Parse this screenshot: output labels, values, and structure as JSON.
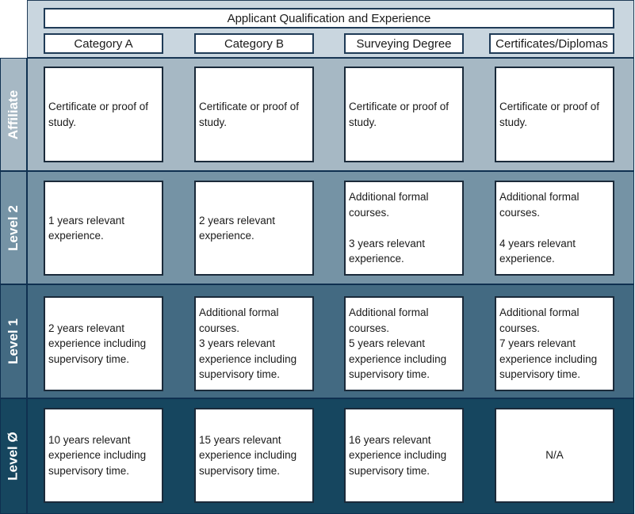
{
  "header": {
    "title": "Applicant Qualification and Experience",
    "columns": [
      "Category A",
      "Category B",
      "Surveying Degree",
      "Certificates/Diplomas"
    ]
  },
  "colors": {
    "header_bg": "#c9d6df",
    "affiliate_bg": "#a6b8c4",
    "level2_bg": "#7593a5",
    "level1_bg": "#436a82",
    "level0_bg": "#16465f",
    "border": "#1f3b57"
  },
  "rows": [
    {
      "label": "Affiliate",
      "cells": [
        {
          "lines": [
            "Certificate or proof of study."
          ]
        },
        {
          "lines": [
            "Certificate or proof of study."
          ]
        },
        {
          "lines": [
            "Certificate or proof of study."
          ]
        },
        {
          "lines": [
            "Certificate or proof of study."
          ]
        }
      ]
    },
    {
      "label": "Level 2",
      "cells": [
        {
          "lines": [
            "1 years relevant experience."
          ]
        },
        {
          "lines": [
            "2 years relevant experience."
          ]
        },
        {
          "lines": [
            "Additional formal courses.",
            "",
            "3 years relevant experience."
          ]
        },
        {
          "lines": [
            "Additional formal courses.",
            "",
            "4 years relevant experience."
          ]
        }
      ]
    },
    {
      "label": "Level 1",
      "cells": [
        {
          "lines": [
            "2 years relevant experience including supervisory time."
          ]
        },
        {
          "lines": [
            "Additional formal courses.",
            "3 years relevant experience including supervisory time."
          ]
        },
        {
          "lines": [
            "Additional formal courses.",
            "5 years relevant experience including supervisory time."
          ]
        },
        {
          "lines": [
            "Additional formal courses.",
            "7 years relevant experience including supervisory time."
          ]
        }
      ]
    },
    {
      "label": "Level Ø",
      "cells": [
        {
          "lines": [
            "10 years relevant experience including supervisory time."
          ]
        },
        {
          "lines": [
            "15 years relevant experience including supervisory time."
          ]
        },
        {
          "lines": [
            "16 years relevant experience including supervisory time."
          ]
        },
        {
          "lines": [
            "N/A"
          ],
          "center": true
        }
      ]
    }
  ]
}
